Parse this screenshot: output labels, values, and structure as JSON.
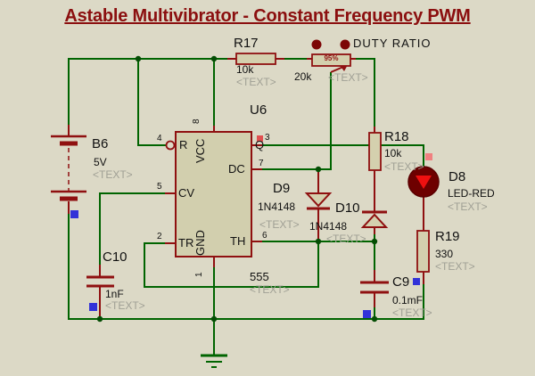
{
  "title": "Astable Multivibrator - Constant Frequency PWM",
  "duty_ratio_label": "DUTY RATIO",
  "components": {
    "r17": {
      "ref": "R17",
      "value": "10k",
      "placeholder": "<TEXT>"
    },
    "pot": {
      "value": "20k",
      "placeholder": "<TEXT>",
      "wiper": "95%"
    },
    "u6": {
      "ref": "U6",
      "part": "555",
      "placeholder": "<TEXT>"
    },
    "b6": {
      "ref": "B6",
      "value": "5V",
      "placeholder": "<TEXT>"
    },
    "c10": {
      "ref": "C10",
      "value": "1nF",
      "placeholder": "<TEXT>"
    },
    "d9": {
      "ref": "D9",
      "value": "1N4148",
      "placeholder": "<TEXT>"
    },
    "d10": {
      "ref": "D10",
      "value": "1N4148",
      "placeholder": "<TEXT>"
    },
    "r18": {
      "ref": "R18",
      "value": "10k",
      "placeholder": "<TEXT>"
    },
    "d8": {
      "ref": "D8",
      "value": "LED-RED",
      "placeholder": "<TEXT>"
    },
    "r19": {
      "ref": "R19",
      "value": "330",
      "placeholder": "<TEXT>"
    },
    "c9": {
      "ref": "C9",
      "value": "0.1mF",
      "placeholder": "<TEXT>"
    }
  },
  "u6_pins": {
    "reset": {
      "name": "R",
      "num": "4"
    },
    "cv": {
      "name": "CV",
      "num": "5"
    },
    "tr": {
      "name": "TR",
      "num": "2"
    },
    "vcc": {
      "name": "VCC",
      "num": "8"
    },
    "gnd": {
      "name": "GND",
      "num": "1"
    },
    "q": {
      "name": "Q",
      "num": "3"
    },
    "dc": {
      "name": "DC",
      "num": "7"
    },
    "th": {
      "name": "TH",
      "num": "6"
    }
  },
  "colors": {
    "background": "#dcd9c6",
    "wire_green": "#006400",
    "device_red": "#8f1010",
    "body_fill": "#d4d0ae",
    "led_bright": "#ef1010",
    "marker_blue": "#3232d8",
    "marker_red": "#e87070",
    "title_red": "#8b0f0f",
    "placeholder_grey": "#a0a095"
  }
}
